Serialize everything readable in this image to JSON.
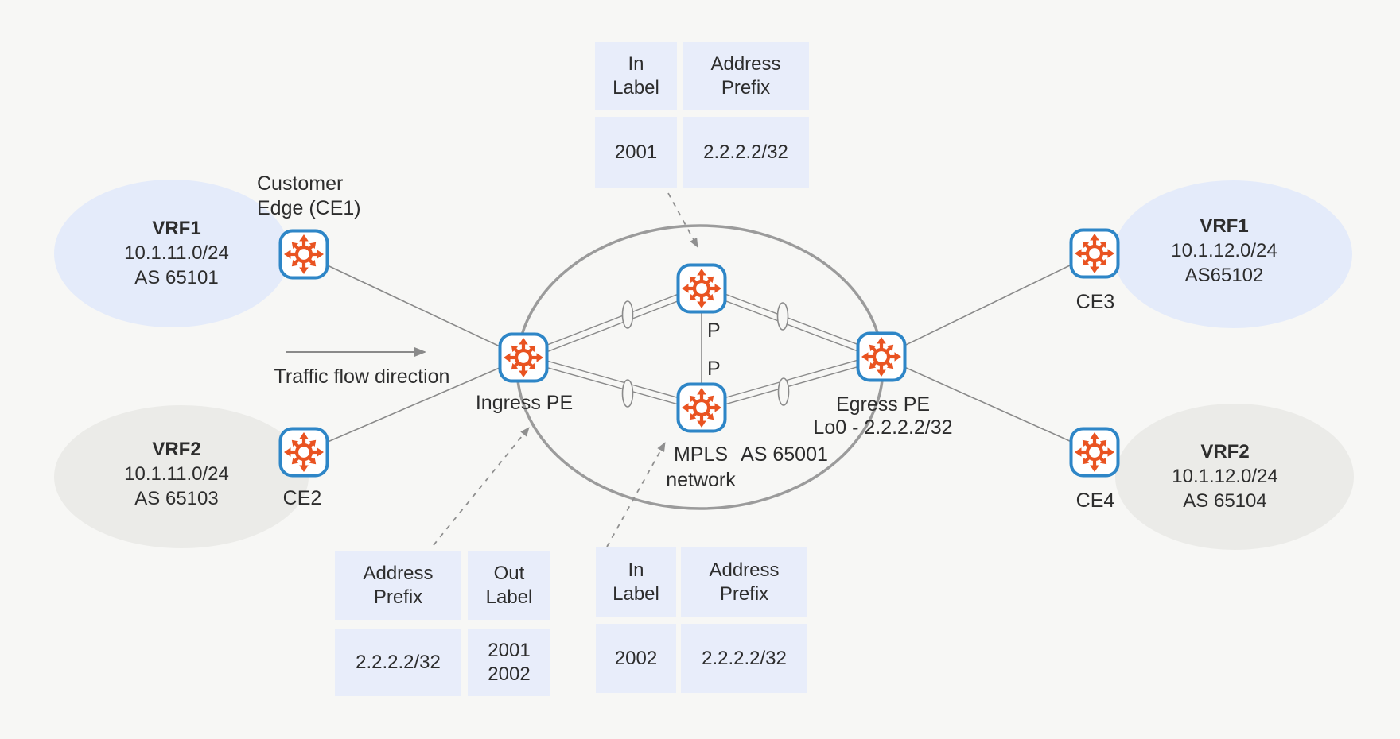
{
  "colors": {
    "background": "#f7f7f5",
    "vrf_blue_fill": "#e4ebfa",
    "vrf_gray_fill": "#ebebe8",
    "table_cell_fill": "#e8edfa",
    "link_line_gray": "#8a8a8a",
    "mpls_ellipse_stroke": "#9b9b9b",
    "dashed_arrow_gray": "#8f8f8f",
    "router_border_blue": "#2e86c7",
    "router_glyph_orange": "#e95321",
    "text": "#2d2d2d"
  },
  "icons": {
    "router": "router-multidirection-arrows-icon"
  },
  "clouds": {
    "vrf1_left": {
      "name": "VRF1",
      "prefix": "10.1.11.0/24",
      "asn": "AS 65101"
    },
    "vrf2_left": {
      "name": "VRF2",
      "prefix": "10.1.11.0/24",
      "asn": "AS 65103"
    },
    "vrf1_right": {
      "name": "VRF1",
      "prefix": "10.1.12.0/24",
      "asn": "AS65102"
    },
    "vrf2_right": {
      "name": "VRF2",
      "prefix": "10.1.12.0/24",
      "asn": "AS 65104"
    }
  },
  "nodes": {
    "ce1_label": "Customer\nEdge (CE1)",
    "ce2_label": "CE2",
    "ce3_label": "CE3",
    "ce4_label": "CE4",
    "ingress_pe_label": "Ingress PE",
    "egress_pe_label": "Egress PE\nLo0 - 2.2.2.2/32",
    "p_top_label": "P",
    "p_bottom_label": "P",
    "mpls_label": "MPLS\nnetwork",
    "core_as_label": "AS 65001"
  },
  "annotations": {
    "traffic_flow": "Traffic flow direction"
  },
  "tables": {
    "top": {
      "columns": [
        {
          "header": "In\nLabel",
          "value": "2001"
        },
        {
          "header": "Address\nPrefix",
          "value": "2.2.2.2/32"
        }
      ]
    },
    "bottom_left": {
      "columns": [
        {
          "header": "Address\nPrefix",
          "value": "2.2.2.2/32"
        },
        {
          "header": "Out\nLabel",
          "value": "2001\n2002"
        }
      ]
    },
    "bottom_middle": {
      "columns": [
        {
          "header": "In\nLabel",
          "value": "2002"
        },
        {
          "header": "Address\nPrefix",
          "value": "2.2.2.2/32"
        }
      ]
    }
  }
}
